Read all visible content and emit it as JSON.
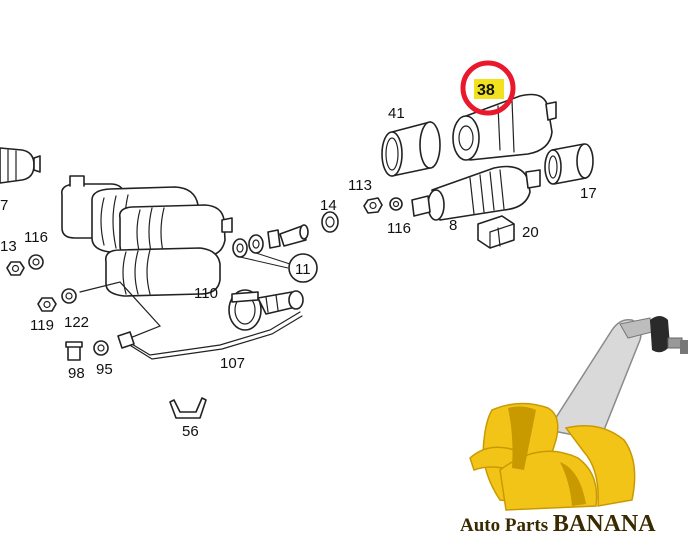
{
  "diagram": {
    "highlight": {
      "label": "38",
      "circle_color": "#e8192c",
      "fill_color": "#f2e21d"
    },
    "labels": {
      "l7": "7",
      "l13": "13",
      "l116_left": "116",
      "l41": "41",
      "l113": "113",
      "l17": "17",
      "l14": "14",
      "l116_mid": "116",
      "l8": "8",
      "l20": "20",
      "l11": "11",
      "l110": "110",
      "l119": "119",
      "l122": "122",
      "l98": "98",
      "l95": "95",
      "l107": "107",
      "l56": "56"
    }
  },
  "brand": {
    "name_part1": "Auto Parts ",
    "name_part2": "BANANA",
    "banana_color": "#f3c418",
    "banana_dark": "#c99a00",
    "link_color": "#d9d9d9"
  }
}
